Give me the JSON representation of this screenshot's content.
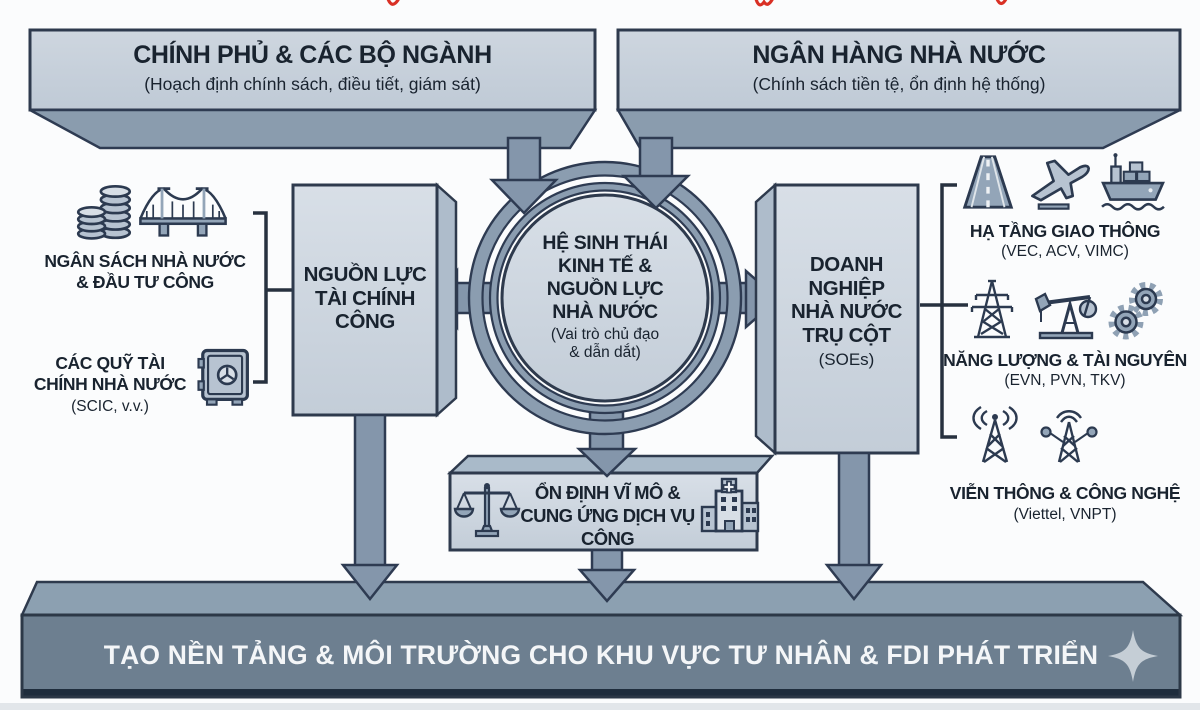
{
  "top_annotation": {
    "color": "#d93025",
    "note_visible": "cut-off red handwriting fragments at top edge"
  },
  "banners": {
    "government": {
      "title": "CHÍNH PHỦ & CÁC BỘ NGÀNH",
      "subtitle": "(Hoạch định chính sách, điều tiết, giám sát)"
    },
    "central_bank": {
      "title": "NGÂN HÀNG NHÀ NƯỚC",
      "subtitle": "(Chính sách tiền tệ, ổn định hệ thống)"
    }
  },
  "center": {
    "circle_title": "HỆ SINH THÁI\nKINH TẾ &\nNGUỒN LỰC\nNHÀ NƯỚC",
    "circle_subtitle": "(Vai trò chủ đạo\n& dẫn dắt)"
  },
  "left": {
    "box_title": "NGUỒN LỰC\nTÀI CHÍNH\nCÔNG",
    "items": [
      {
        "label": "NGÂN SÁCH NHÀ NƯỚC\n& ĐẦU TƯ CÔNG",
        "icons": [
          "coins-icon",
          "bridge-icon"
        ]
      },
      {
        "label": "CÁC QUỸ TÀI\nCHÍNH NHÀ NƯỚC",
        "sublabel": "(SCIC, v.v.)",
        "icons": [
          "safe-icon"
        ]
      }
    ]
  },
  "right": {
    "box_title": "DOANH\nNGHIỆP\nNHÀ NƯỚC\nTRỤ CỘT",
    "box_subtitle": "(SOEs)",
    "items": [
      {
        "label": "HẠ TẦNG GIAO THÔNG",
        "sublabel": "(VEC, ACV, VIMC)",
        "icons": [
          "road-icon",
          "airplane-icon",
          "ship-icon"
        ]
      },
      {
        "label": "NĂNG LƯỢNG & TÀI NGUYÊN",
        "sublabel": "(EVN, PVN, TKV)",
        "icons": [
          "power-pylon-icon",
          "oil-pumpjack-icon",
          "gears-icon"
        ]
      },
      {
        "label": "VIỄN THÔNG & CÔNG NGHỆ",
        "sublabel": "(Viettel, VNPT)",
        "icons": [
          "radio-tower-icon",
          "network-tower-icon"
        ]
      }
    ]
  },
  "bottom_box": {
    "label": "ỔN ĐỊNH VĨ MÔ &\nCUNG ỨNG DỊCH VỤ CÔNG",
    "icons": [
      "scales-icon",
      "hospital-icon"
    ]
  },
  "footer": {
    "label": "TẠO NỀN TẢNG & MÔI TRƯỜNG CHO KHU VỰC TƯ NHÂN & FDI PHÁT TRIỂN",
    "icon": "sparkle-icon"
  },
  "colors": {
    "outline": "#2e3b52",
    "box_fill_light": "#d8dfe7",
    "box_fill_dark": "#c3cdd8",
    "arrow_fill": "#8496ab",
    "ring_fill": "#8b9db0",
    "footer_front": "#6d7f90",
    "footer_top": "#8ca0b1",
    "footer_dark_strip": "#1f2d3d",
    "text": "#19232f",
    "footer_text": "#f4f6f8",
    "annotation_red": "#d93025"
  }
}
